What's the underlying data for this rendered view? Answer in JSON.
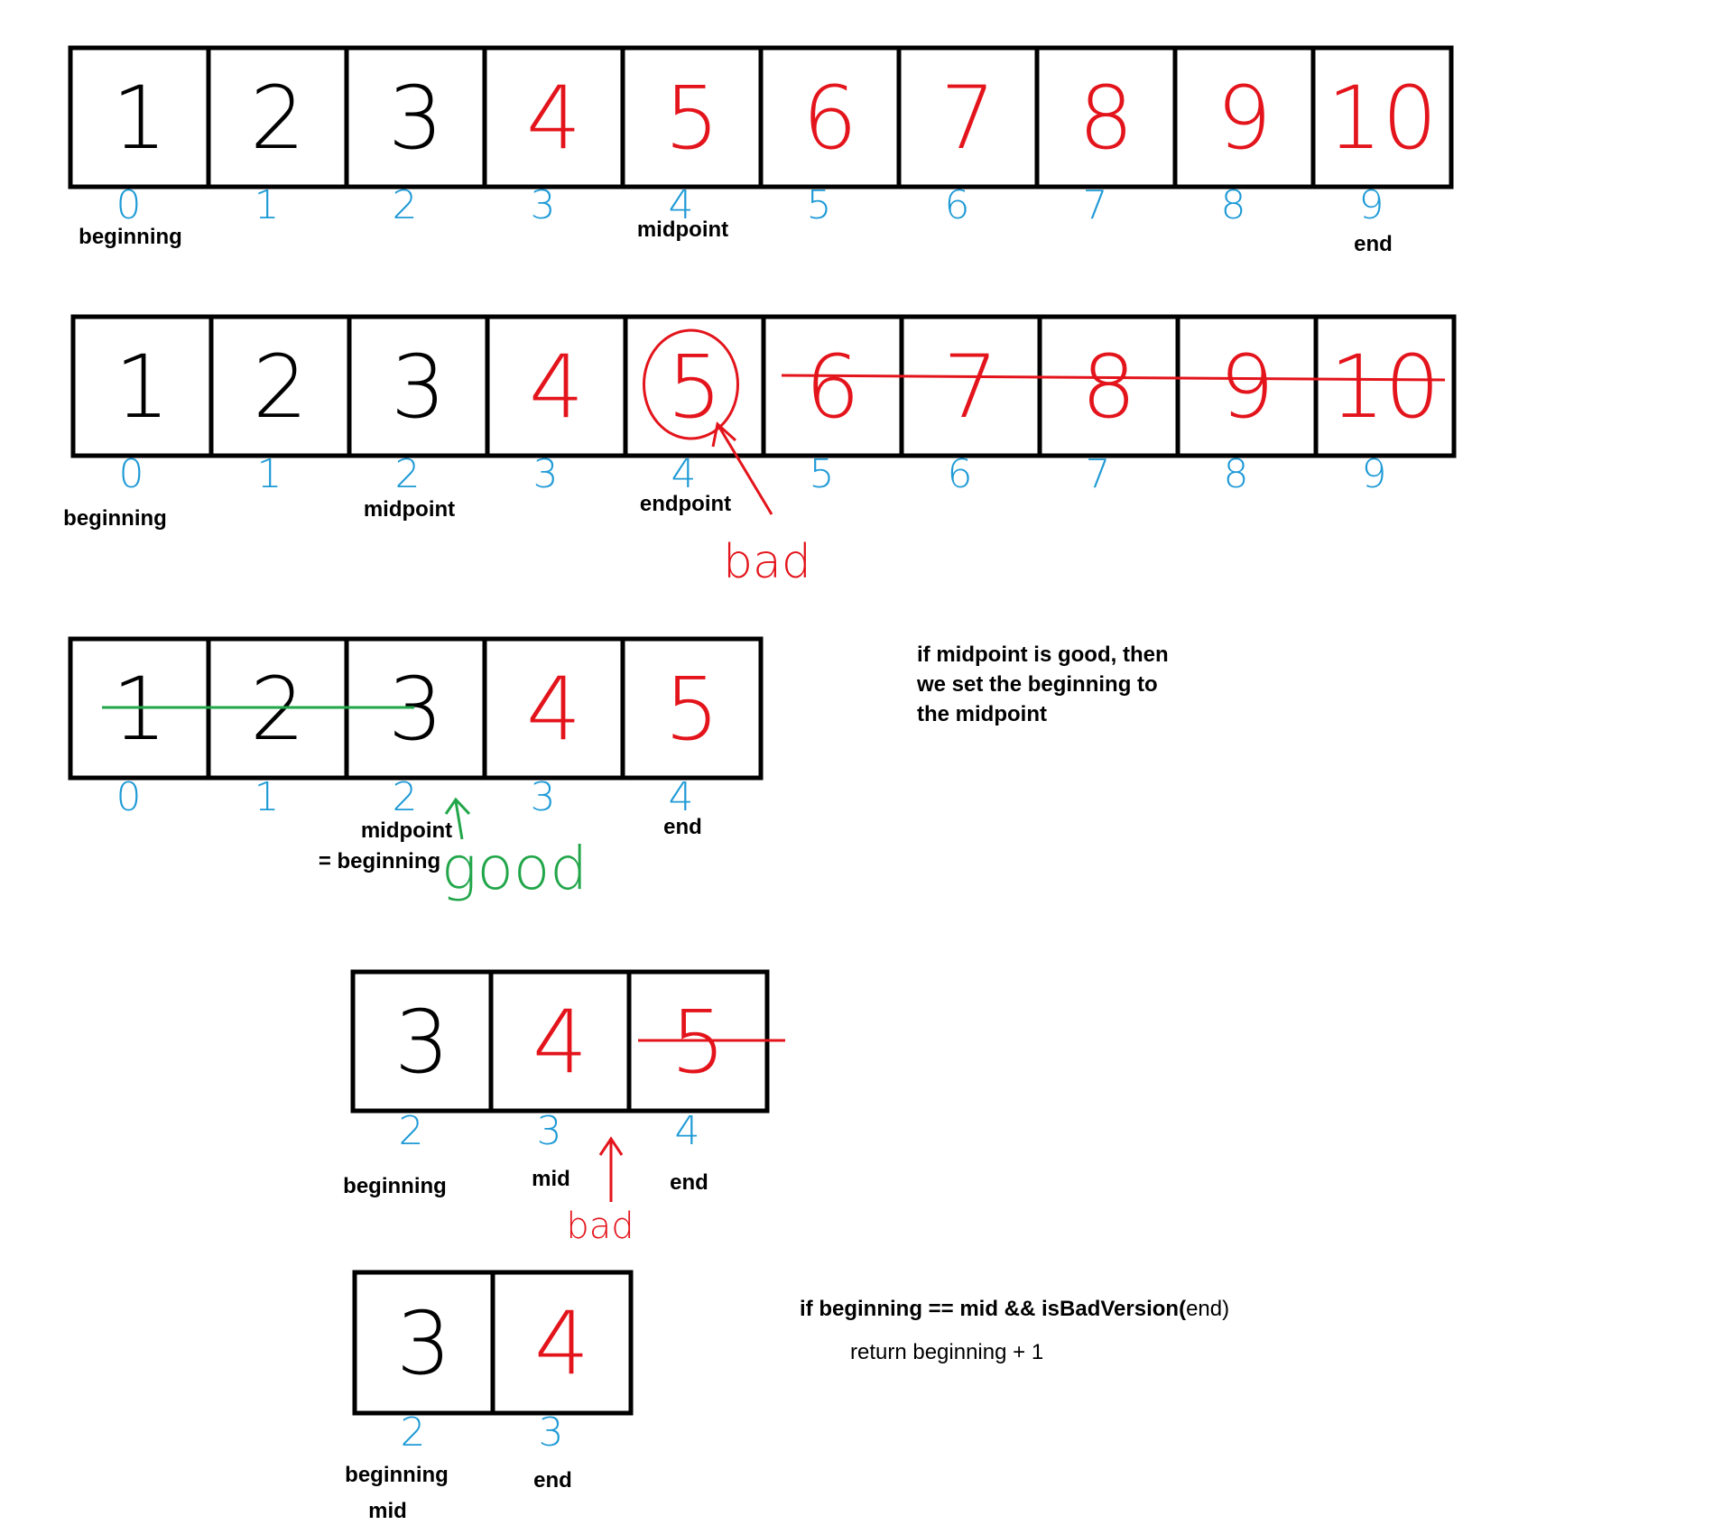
{
  "colors": {
    "black": "#000000",
    "red": "#e3141b",
    "blue": "#1e9ad6",
    "green": "#22a64a"
  },
  "rows": [
    {
      "values": [
        "1",
        "2",
        "3",
        "4",
        "5",
        "6",
        "7",
        "8",
        "9",
        "10"
      ],
      "bad": [
        false,
        false,
        false,
        true,
        true,
        true,
        true,
        true,
        true,
        true
      ],
      "indices": [
        "0",
        "1",
        "2",
        "3",
        "4",
        "5",
        "6",
        "7",
        "8",
        "9"
      ],
      "labels": [
        {
          "text": "beginning",
          "col": 0
        },
        {
          "text": "midpoint",
          "col": 4
        },
        {
          "text": "end",
          "col": 9
        }
      ]
    },
    {
      "values": [
        "1",
        "2",
        "3",
        "4",
        "5",
        "6",
        "7",
        "8",
        "9",
        "10"
      ],
      "bad": [
        false,
        false,
        false,
        true,
        true,
        true,
        true,
        true,
        true,
        true
      ],
      "indices": [
        "0",
        "1",
        "2",
        "3",
        "4",
        "5",
        "6",
        "7",
        "8",
        "9"
      ],
      "labels": [
        {
          "text": "beginning",
          "col": 0
        },
        {
          "text": "midpoint",
          "col": 2
        },
        {
          "text": "endpoint",
          "col": 4
        }
      ],
      "annotation": "bad"
    },
    {
      "values": [
        "1",
        "2",
        "3",
        "4",
        "5"
      ],
      "bad": [
        false,
        false,
        false,
        true,
        true
      ],
      "indices": [
        "0",
        "1",
        "2",
        "3",
        "4"
      ],
      "labels": [
        {
          "text": "midpoint",
          "col": 2
        },
        {
          "text": "= beginning",
          "col": 2
        },
        {
          "text": "end",
          "col": 4
        }
      ],
      "annotation": "good"
    },
    {
      "values": [
        "3",
        "4",
        "5"
      ],
      "bad": [
        false,
        true,
        true
      ],
      "indices": [
        "2",
        "3",
        "4"
      ],
      "labels": [
        {
          "text": "beginning",
          "col": 0
        },
        {
          "text": "mid",
          "col": 1
        },
        {
          "text": "end",
          "col": 2
        }
      ],
      "annotation": "bad"
    },
    {
      "values": [
        "3",
        "4"
      ],
      "bad": [
        false,
        true
      ],
      "indices": [
        "2",
        "3"
      ],
      "labels": [
        {
          "text": "beginning",
          "col": 0
        },
        {
          "text": "mid",
          "col": 0
        },
        {
          "text": "end",
          "col": 1
        }
      ]
    }
  ],
  "notes": {
    "midpoint_good": [
      "if midpoint is good, then",
      "we set the beginning to",
      "the midpoint"
    ],
    "condition_bold": "if beginning == mid && isBadVersion(",
    "condition_tail": "end)",
    "return_line": "return beginning + 1"
  }
}
